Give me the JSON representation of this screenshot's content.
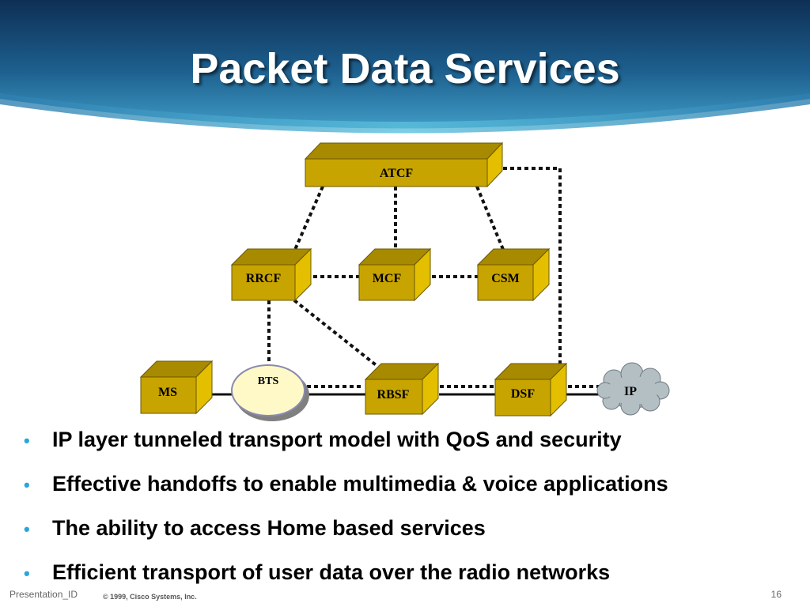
{
  "slide": {
    "title": "Packet Data Services",
    "bullets": [
      "IP layer tunneled transport model with QoS and security",
      "Effective handoffs to enable multimedia & voice applications",
      "The ability to access Home based services",
      "Efficient transport of user data over the radio networks"
    ],
    "footer": {
      "presentation_id": "Presentation_ID",
      "copyright": "© 1999, Cisco Systems, Inc.",
      "page_number": "16"
    }
  },
  "diagram": {
    "nodes": {
      "atcf": "ATCF",
      "rrcf": "RRCF",
      "mcf": "MCF",
      "csm": "CSM",
      "ms": "MS",
      "bts": "BTS",
      "rbsf": "RBSF",
      "dsf": "DSF",
      "ip": "IP"
    },
    "colors": {
      "box_front": "#c8a400",
      "box_top": "#a88a00",
      "box_side": "#e3bf00",
      "bts_fill": "#fff9c8",
      "ip_cloud": "#b4bfc4",
      "bullet": "#2aa6d8"
    }
  }
}
